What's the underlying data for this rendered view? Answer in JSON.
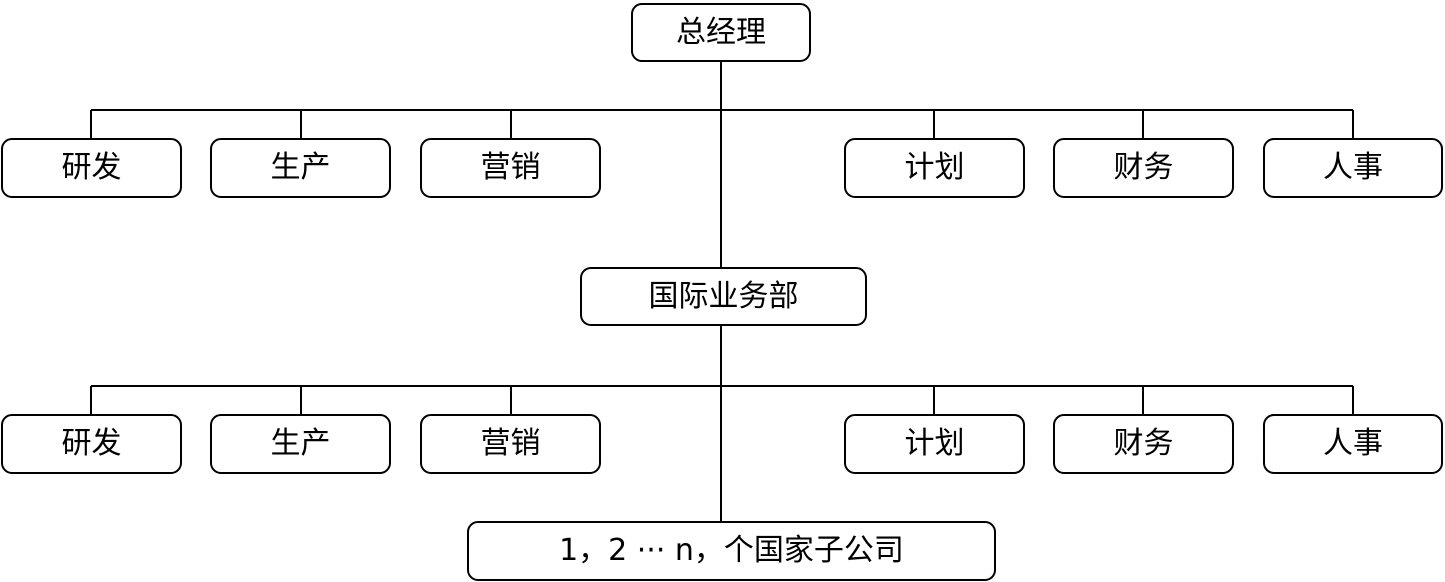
{
  "chart": {
    "root": "总经理",
    "level1_departments": [
      "研发",
      "生产",
      "营销",
      "计划",
      "财务",
      "人事"
    ],
    "international": "国际业务部",
    "level2_departments": [
      "研发",
      "生产",
      "营销",
      "计划",
      "财务",
      "人事"
    ],
    "subsidiaries": "1，2 ··· n，个国家子公司"
  }
}
